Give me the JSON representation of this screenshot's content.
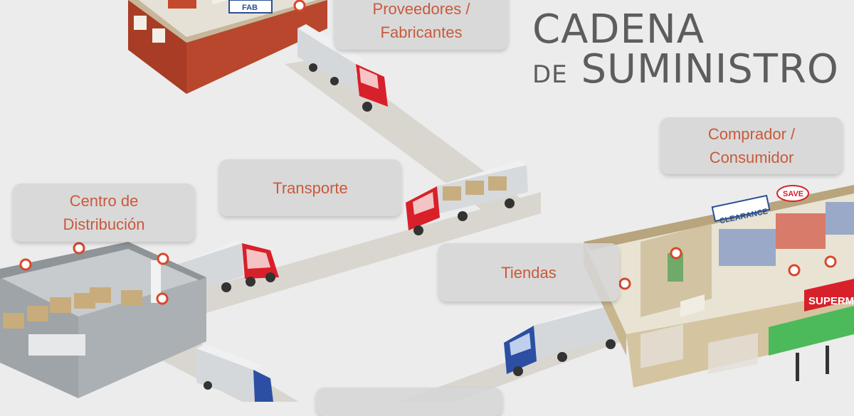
{
  "title": {
    "line1": "CADENA",
    "line2_prefix": "DE",
    "line2_main": "SUMINISTRO"
  },
  "stages": {
    "proveedores": {
      "line1": "Proveedores /",
      "line2": "Fabricantes"
    },
    "transporte": {
      "line1": "Transporte"
    },
    "centro": {
      "line1": "Centro de",
      "line2": "Distribución"
    },
    "tiendas": {
      "line1": "Tiendas"
    },
    "comprador": {
      "line1": "Comprador /",
      "line2": "Consumidor"
    }
  },
  "signs": {
    "factory": "FAB",
    "clearance": "CLEARANCE",
    "save": "SAVE",
    "super": "SUPERM"
  },
  "colors": {
    "label_text": "#c85a3c",
    "marker": "#d9472b",
    "road": "#d9d6d0",
    "brick": "#b5442c",
    "warehouse": "#9ea4a7",
    "store": "#d4c4a0",
    "store_awning": "#4cba5a",
    "truck_red": "#d8202a",
    "truck_blue": "#2c4fa3"
  }
}
